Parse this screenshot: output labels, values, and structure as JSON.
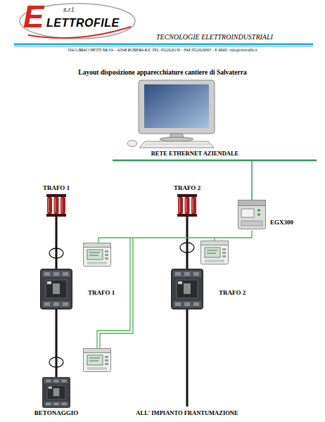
{
  "diagram": {
    "title": "Layout disposizione apparecchiature cantiere di Salvaterra",
    "nodes": [
      {
        "text": [
          "TRAFO 1"
        ]
      },
      {
        "text": [
          "TRAFO 2"
        ]
      },
      {
        "text": [
          "EGX300"
        ]
      },
      {
        "text": [
          "TRAFO 1"
        ]
      },
      {
        "text": [
          "TRAFO 2"
        ]
      },
      {
        "text": [
          "BETONAGGIO"
        ]
      }
    ],
    "edges": [
      {
        "from": 0,
        "to": 3,
        "arrow": "none"
      },
      {
        "from": 3,
        "to": 5,
        "arrow": "none"
      },
      {
        "from": 1,
        "to": 4,
        "arrow": "none"
      }
    ],
    "labels": [
      "E",
      "s.r.l.",
      "LETTROFILE",
      "TECNOLOGIE ELETTROINDUSTRIALI",
      "VIA G.BRACCHETTI NR.3/b – 42048 RUBIERA R.E. TEL. 0522626156 – FAX 0522626663 – E-MAIL: info@elettrofile.it",
      "RETE ETHERNET AZIENDALE",
      "ALL' IMPIANTO FRANTUMAZIONE"
    ]
  }
}
